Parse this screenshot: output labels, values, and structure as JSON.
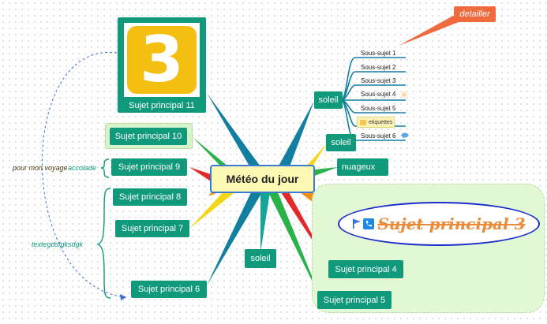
{
  "center": {
    "label": "Météo du jour"
  },
  "left_topics": [
    {
      "label": "Sujet principal  11"
    },
    {
      "label": "Sujet principal  10"
    },
    {
      "label": "Sujet principal  9"
    },
    {
      "label": "Sujet principal  8"
    },
    {
      "label": "Sujet principal  7"
    },
    {
      "label": "Sujet principal  6"
    }
  ],
  "right_topics": {
    "soleil_top": "soleil",
    "soleil_mid": "soleil",
    "nuageux": "nuageux",
    "soleil_bottom": "soleil",
    "topic3": "Sujet principal  3",
    "topic4": "Sujet principal  4",
    "topic5": "Sujet principal  5"
  },
  "subtopics": [
    "Sous-sujet  1",
    "Sous-sujet  2",
    "Sous-sujet  3",
    "Sous-sujet  4",
    "Sous-sujet  5",
    "Sous-sujet  6"
  ],
  "tag": "etiquettes",
  "callout": "detailler",
  "image_digit": "3",
  "relationship": {
    "left_label": "pour mon voyage",
    "boundary_label": "accolade",
    "brace_label": "textegdsfgksdgk"
  },
  "colors": {
    "node": "#11997c",
    "center_fill": "#fcf9b4",
    "center_border": "#3d7bd3",
    "callout": "#f06a3d",
    "ellipse_border": "#1c2bc9",
    "ellipse_text": "#eb8b3a"
  },
  "icons": [
    "flag-icon",
    "phone-icon",
    "note-icon",
    "comment-icon",
    "tag-icon"
  ]
}
